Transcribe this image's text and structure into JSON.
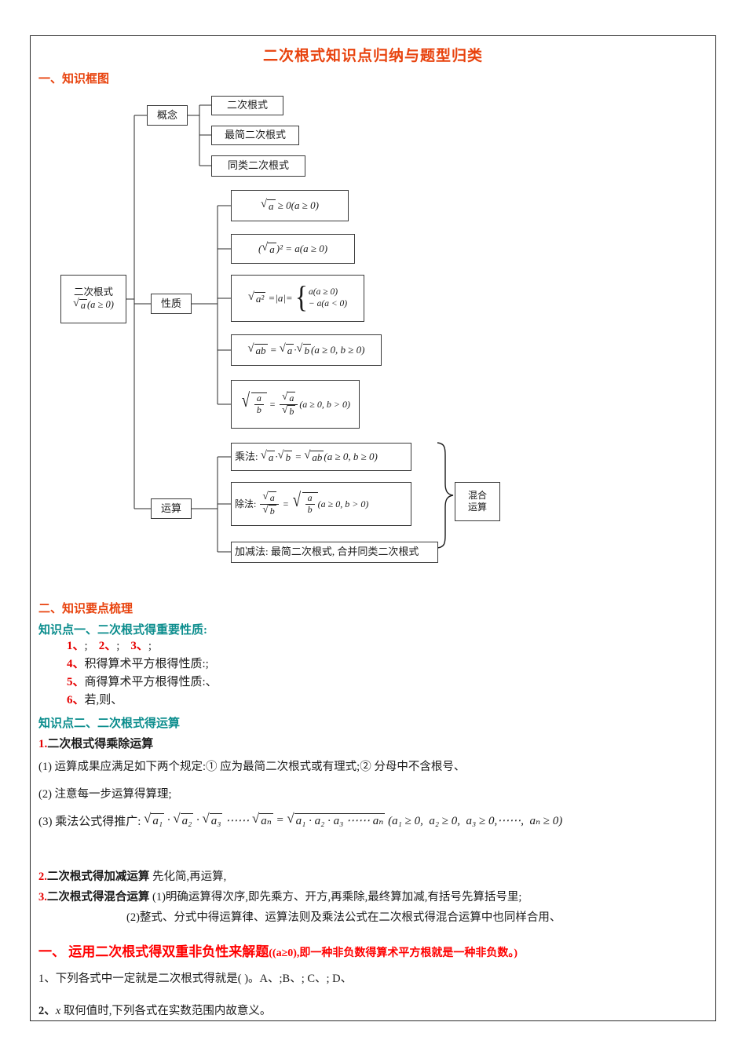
{
  "colors": {
    "heading_orange": "#e8430e",
    "heading_teal": "#0b8d8d",
    "number_red": "#e60000",
    "heading_red": "#ff0000",
    "border": "#2b2b2b",
    "text": "#1b1b1b"
  },
  "sym": {
    "sqrt": "√",
    "lbrace": "{"
  },
  "page": {
    "title": "二次根式知识点归纳与题型归类"
  },
  "sec1": {
    "heading": "一、知识框图"
  },
  "flow": {
    "root": {
      "line1": "二次根式",
      "rad": "a",
      "rest": "(a ≥ 0)"
    },
    "concept": {
      "label": "概念",
      "items": [
        "二次根式",
        "最简二次根式",
        "同类二次根式"
      ]
    },
    "property": {
      "label": "性质",
      "p1": {
        "rad": "a",
        "rest": " ≥ 0(a ≥ 0)"
      },
      "p2": {
        "pre": "(",
        "rad": "a",
        "rest": ")² = a(a ≥ 0)"
      },
      "p3": {
        "rad": "a²",
        "mid": " =|a|=",
        "case1": "a(a ≥ 0)",
        "case2": "− a(a < 0)"
      },
      "p4": {
        "rad1": "ab",
        "eq": " = ",
        "rad2": "a",
        "dot": "·",
        "rad3": "b",
        "rest": "(a ≥ 0, b ≥ 0)"
      },
      "p5": {
        "num1": "a",
        "den1": "b",
        "eq": " = ",
        "num2": "a",
        "den2": "b",
        "rest": "(a ≥ 0, b > 0)"
      }
    },
    "operation": {
      "label": "运算",
      "o1": {
        "label": "乘法: ",
        "rad1": "a",
        "dot": "·",
        "rad2": "b",
        "eq": " = ",
        "rad3": "ab",
        "rest": "(a ≥ 0, b ≥ 0)"
      },
      "o2": {
        "label": "除法: ",
        "num1": "a",
        "den1": "b",
        "eq": " = ",
        "num2": "a",
        "den2": "b",
        "rest": "(a ≥ 0, b > 0)"
      },
      "o3": "加减法: 最简二次根式, 合并同类二次根式",
      "mixed1": "混合",
      "mixed2": "运算"
    }
  },
  "sec2": {
    "heading": "二、知识要点梳理",
    "k1": {
      "heading": "知识点一、二次根式得重要性质:",
      "l123": [
        {
          "n": "1、",
          "t": ";"
        },
        {
          "n": "2、",
          "t": ";"
        },
        {
          "n": "3、",
          "t": ";"
        }
      ],
      "l4": {
        "n": "4、",
        "t": "积得算术平方根得性质:;"
      },
      "l5": {
        "n": "5、",
        "t": "商得算术平方根得性质:、"
      },
      "l6": {
        "n": "6、",
        "t": "若,则、"
      }
    },
    "k2": {
      "heading": "知识点二、二次根式得运算",
      "m1": {
        "n": "1.",
        "t": "二次根式得乘除运算"
      },
      "m1_1": "(1) 运算成果应满足如下两个规定:① 应为最简二次根式或有理式;② 分母中不含根号、",
      "m1_2": "(2) 注意每一步运算得算理;",
      "m1_3": "(3) 乘法公式得推广: ",
      "f": {
        "rad1": "a₁",
        "dot1": " · ",
        "rad2": "a₂",
        "dot2": " · ",
        "rad3": "a₃",
        "dots": " ⋯⋯ ",
        "radn": "aₙ",
        "eq": " = ",
        "radbig": "a₁ · a₂ · a₃ ⋯⋯ aₙ",
        "tail": " (a₁ ≥ 0,  a₂ ≥ 0,  a₃ ≥ 0,⋯⋯,  aₙ ≥ 0)"
      },
      "m2": {
        "n": "2.",
        "t": "二次根式得加减运算",
        "rest": "  先化简,再运算,"
      },
      "m3": {
        "n": "3.",
        "t": "二次根式得混合运算",
        "rest": " (1)明确运算得次序,即先乘方、开方,再乘除,最终算加减,有括号先算括号里;"
      },
      "m3_2": "(2)整式、分式中得运算律、运算法则及乘法公式在二次根式得混合运算中也同样合用、"
    }
  },
  "sec3": {
    "heading": "一、 运用二次根式得双重非负性来解题",
    "heading_note": "((a≥0),即一种非负数得算术平方根就是一种非负数。)",
    "q1": {
      "n": "1、",
      "t": "下列各式中一定就是二次根式得就是(      )。A、;B、;  C、;  D、"
    },
    "q2": {
      "n": "2、",
      "x": "x",
      "t": " 取何值时,下列各式在实数范围内故意义。"
    }
  }
}
